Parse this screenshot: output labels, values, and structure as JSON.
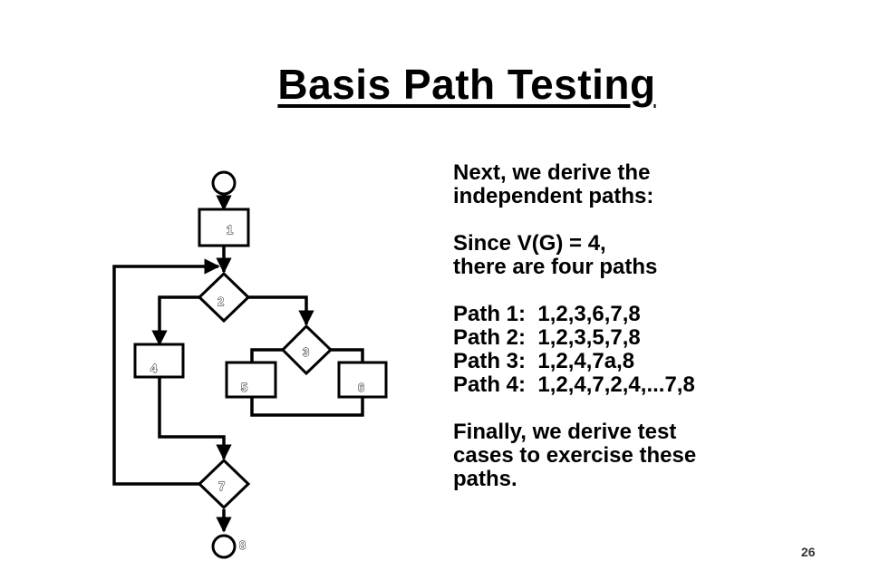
{
  "slide": {
    "title": "Basis Path Testing",
    "page_number": "26"
  },
  "flow_graph": {
    "nodes": [
      {
        "id": "1",
        "label": "1",
        "shape": "rectangle"
      },
      {
        "id": "2",
        "label": "2",
        "shape": "diamond"
      },
      {
        "id": "3",
        "label": "3",
        "shape": "diamond"
      },
      {
        "id": "4",
        "label": "4",
        "shape": "rectangle"
      },
      {
        "id": "5",
        "label": "5",
        "shape": "rectangle"
      },
      {
        "id": "6",
        "label": "6",
        "shape": "rectangle"
      },
      {
        "id": "7",
        "label": "7",
        "shape": "diamond"
      },
      {
        "id": "8",
        "label": "8",
        "shape": "circle"
      }
    ]
  },
  "text": {
    "intro_line1": "Next, we derive the",
    "intro_line2": "independent paths:",
    "vg_line1": "Since V(G) = 4,",
    "vg_line2": "there are four paths",
    "path1": "Path 1:  1,2,3,6,7,8",
    "path2": "Path 2:  1,2,3,5,7,8",
    "path3": "Path 3:  1,2,4,7a,8",
    "path4": "Path 4:  1,2,4,7,2,4,...7,8",
    "final_line1": "Finally, we derive test",
    "final_line2": "cases to exercise these",
    "final_line3": "paths."
  }
}
